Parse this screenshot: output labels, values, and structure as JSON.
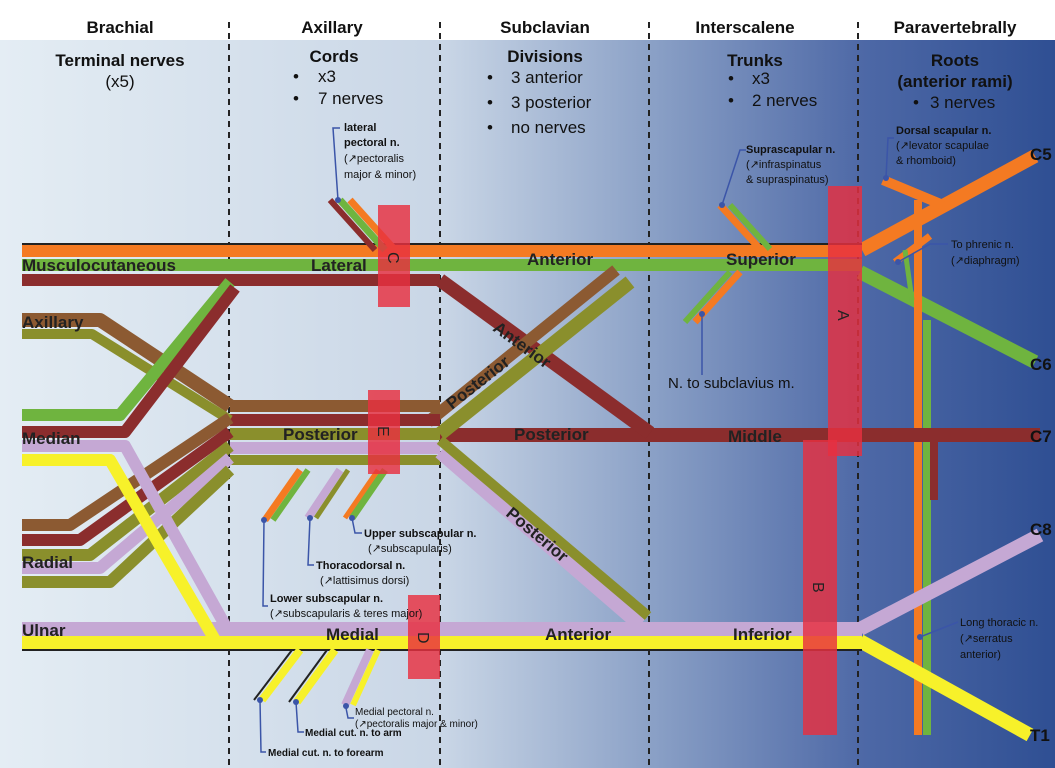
{
  "colors": {
    "orange": "#f47a22",
    "green": "#6fb43f",
    "darkred": "#8b2d2d",
    "olive": "#8a8f2c",
    "brown": "#8c5a32",
    "lavender": "#c5a8d4",
    "yellow": "#f7f12a",
    "highlight": "#e8303f",
    "callout": "#3b55a8",
    "bg_left": "#e4edf4",
    "bg_right": "#2f4f93"
  },
  "columns": [
    {
      "id": "brachial",
      "header": "Brachial",
      "subtitle": "Terminal nerves",
      "notes": [
        "(x5)"
      ]
    },
    {
      "id": "axillary",
      "header": "Axillary",
      "subtitle": "Cords",
      "notes": [
        "x3",
        "7 nerves"
      ]
    },
    {
      "id": "subclavian",
      "header": "Subclavian",
      "subtitle": "Divisions",
      "notes": [
        "3 anterior",
        "3 posterior",
        "no nerves"
      ]
    },
    {
      "id": "interscalene",
      "header": "Interscalene",
      "subtitle": "Trunks",
      "notes": [
        "x3",
        "2 nerves"
      ]
    },
    {
      "id": "paravertebrally",
      "header": "Paravertebrally",
      "subtitle": "Roots",
      "subtitle2": "(anterior rami)",
      "notes": [
        "3 nerves"
      ]
    }
  ],
  "terminal_nerves": [
    "Musculocutaneous",
    "Axillary",
    "Median",
    "Radial",
    "Ulnar"
  ],
  "roots": [
    "C5",
    "C6",
    "C7",
    "C8",
    "T1"
  ],
  "trunks": [
    "Superior",
    "Middle",
    "Inferior"
  ],
  "cords": [
    "Lateral",
    "Posterior",
    "Medial"
  ],
  "divisions": {
    "anterior": "Anterior",
    "posterior": "Posterior"
  },
  "block_sites": [
    "A",
    "B",
    "C",
    "D",
    "E"
  ],
  "branches": {
    "lateral_pectoral": [
      "lateral",
      "pectoral n.",
      "(↗pectoralis",
      "major & minor)"
    ],
    "suprascapular": [
      "Suprascapular n.",
      "(↗infraspinatus",
      "& supraspinatus)"
    ],
    "dorsal_scapular": [
      "Dorsal scapular n.",
      "(↗levator scapulae",
      "& rhomboid)"
    ],
    "phrenic": [
      "To phrenic n.",
      "(↗diaphragm)"
    ],
    "subclavius": "N. to subclavius m.",
    "upper_subscapular": [
      "Upper subscapular n.",
      "(↗subscapularis)"
    ],
    "thoracodorsal": [
      "Thoracodorsal n.",
      "(↗lattisimus dorsi)"
    ],
    "lower_subscapular": [
      "Lower subscapular n.",
      "(↗subscapularis & teres major)"
    ],
    "long_thoracic": [
      "Long thoracic n.",
      "(↗serratus",
      "anterior)"
    ],
    "medial_pectoral": [
      "Medial pectoral n.",
      "(↗pectoralis major & minor)"
    ],
    "medial_cut_arm": "Medial cut. n. to arm",
    "medial_cut_forearm": "Medial cut. n. to forearm"
  }
}
